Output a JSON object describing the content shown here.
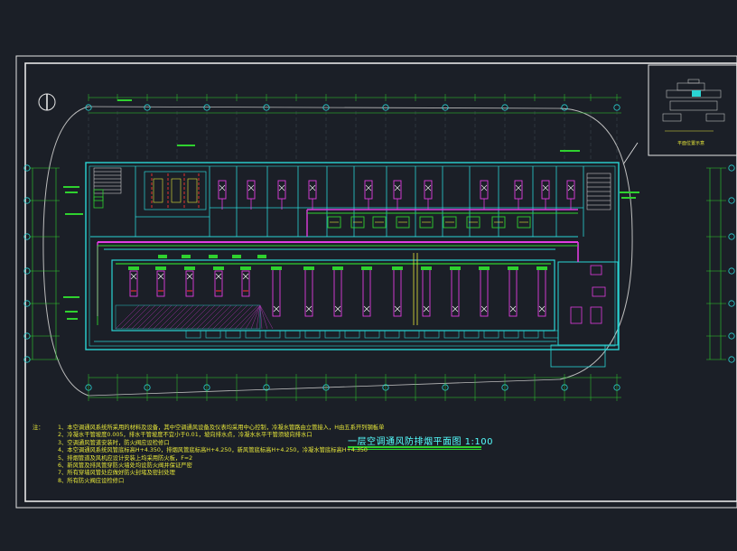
{
  "drawing": {
    "title": "一层空调通风防排烟平面图  1:100",
    "colors": {
      "background": "#1b1f27",
      "frame": "#e6e6e6",
      "wall": "#2ad4d4",
      "duct": "#e03ce0",
      "green": "#2fd12f",
      "yellow": "#e8e83a",
      "axis": "#2ad4d4",
      "red": "#e03030"
    },
    "icons": [
      "north-arrow-icon",
      "air-unit-icon",
      "stair-icon"
    ]
  },
  "key_plan": {
    "label": "平面位置示意"
  },
  "notes": {
    "prefix": "注：",
    "items": [
      "1、本空调通风系统所采用的材料及设备，其中空调通风设备及仪表均采用中心控制，冷凝水管路由立管接入，H由五系开列钢板单",
      "2、冷凝水干管坡度0.005，排水干管坡度不宜小于0.01，坡向排水点，冷凝水水平干管须坡向排水口",
      "3、空调通风管道安装时，防火阀应设检修口",
      "4、本空调通风系统风管底标高H+4.350，排烟风管底标高H+4.250，新风管底标高H+4.250，冷凝水管底标高H+4.350",
      "5、排烟管道及风机应设计安装上均采用防火板，F=2",
      "6、新风管及排风管穿防火墙处均设防火阀并保证严密",
      "7、所有穿墙风管处应做好防火封堵及密封处理",
      "8、所有防火阀应设检修口"
    ]
  }
}
